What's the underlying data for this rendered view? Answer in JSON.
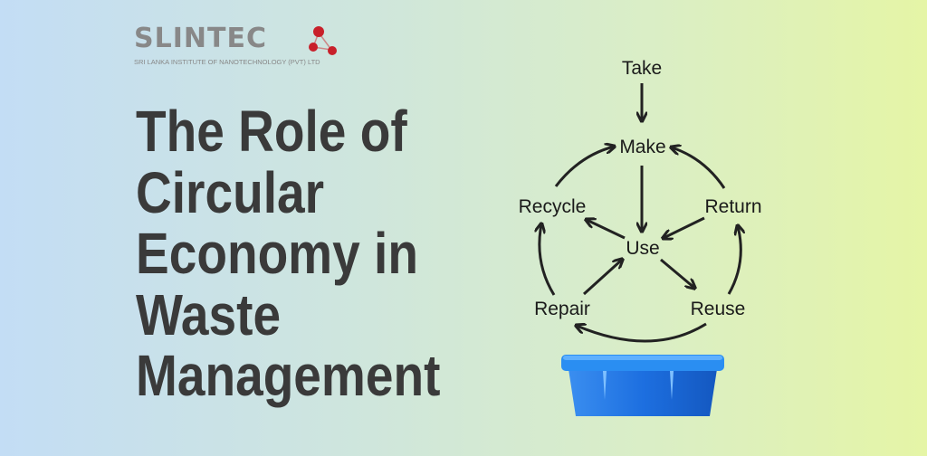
{
  "logo": {
    "name": "SLINTEC",
    "subtitle": "SRI LANKA INSTITUTE OF NANOTECHNOLOGY (PVT) LTD"
  },
  "title_lines": [
    "The Role of",
    "Circular",
    "Economy in",
    "Waste",
    "Management"
  ],
  "diagram": {
    "take": "Take",
    "make": "Make",
    "recycle": "Recycle",
    "return": "Return",
    "use": "Use",
    "repair": "Repair",
    "reuse": "Reuse"
  },
  "colors": {
    "title": "#3a3a3a",
    "logo_gray": "#888888",
    "molecule_red": "#c8202a",
    "bin_blue": "#1e73e0"
  }
}
